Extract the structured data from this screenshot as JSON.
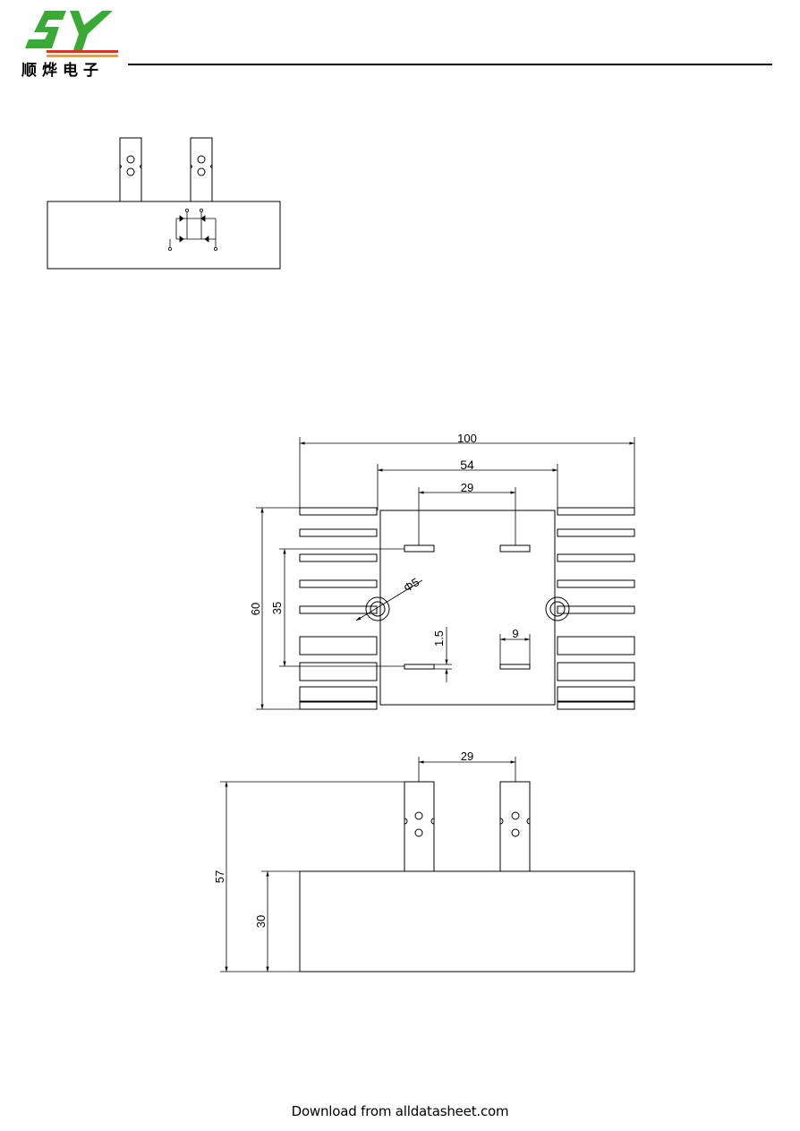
{
  "header": {
    "logo_letters": "SY",
    "company_name_cn": "顺烨电子",
    "colors": {
      "logo_green": "#3aa935",
      "logo_red": "#d9342b",
      "logo_orange": "#f0a030"
    }
  },
  "schematic": {
    "title": "",
    "symbol": "bridge-rectifier"
  },
  "top_view": {
    "dim_overall_width": "100",
    "dim_body_width": "54",
    "dim_terminal_spacing": "29",
    "dim_height": "60",
    "dim_hole_offset": "35",
    "dim_hole_diameter": "Φ5",
    "dim_terminal_thickness": "1.5",
    "dim_terminal_width": "9"
  },
  "side_view": {
    "dim_terminal_spacing": "29",
    "dim_total_height": "57",
    "dim_body_height": "30"
  },
  "footer": {
    "text": "Download from alldatasheet.com"
  }
}
